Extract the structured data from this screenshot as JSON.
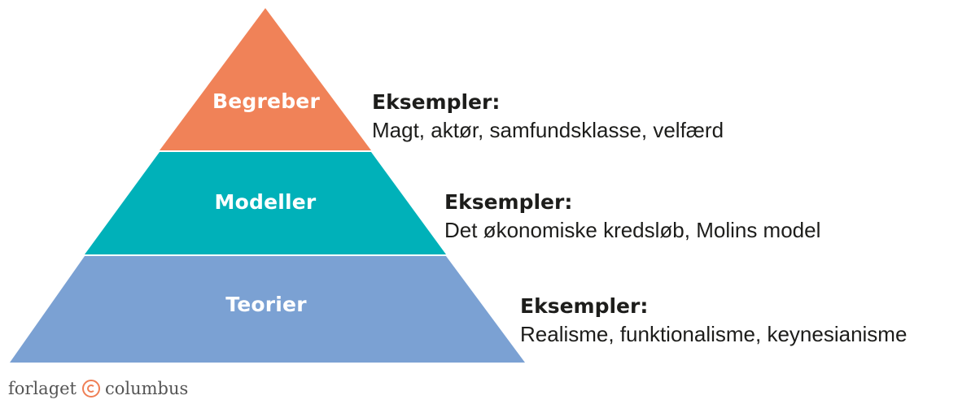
{
  "tiers": [
    {
      "label": "Begreber",
      "color": "#f08258"
    },
    {
      "label": "Modeller",
      "color": "#00b1b9"
    },
    {
      "label": "Teorier",
      "color": "#7ba1d3"
    }
  ],
  "examples": [
    {
      "heading": "Eksempler:",
      "items": "Magt, aktør, samfundsklasse, velfærd"
    },
    {
      "heading": "Eksempler:",
      "items": "Det økonomiske kredsløb, Molins model"
    },
    {
      "heading": "Eksempler:",
      "items": "Realisme, funktionalisme, keynesianisme"
    }
  ],
  "publisher": {
    "left": "forlaget",
    "right": "columbus",
    "icon": "copyright-circle-icon",
    "color": "#ef7f55"
  }
}
